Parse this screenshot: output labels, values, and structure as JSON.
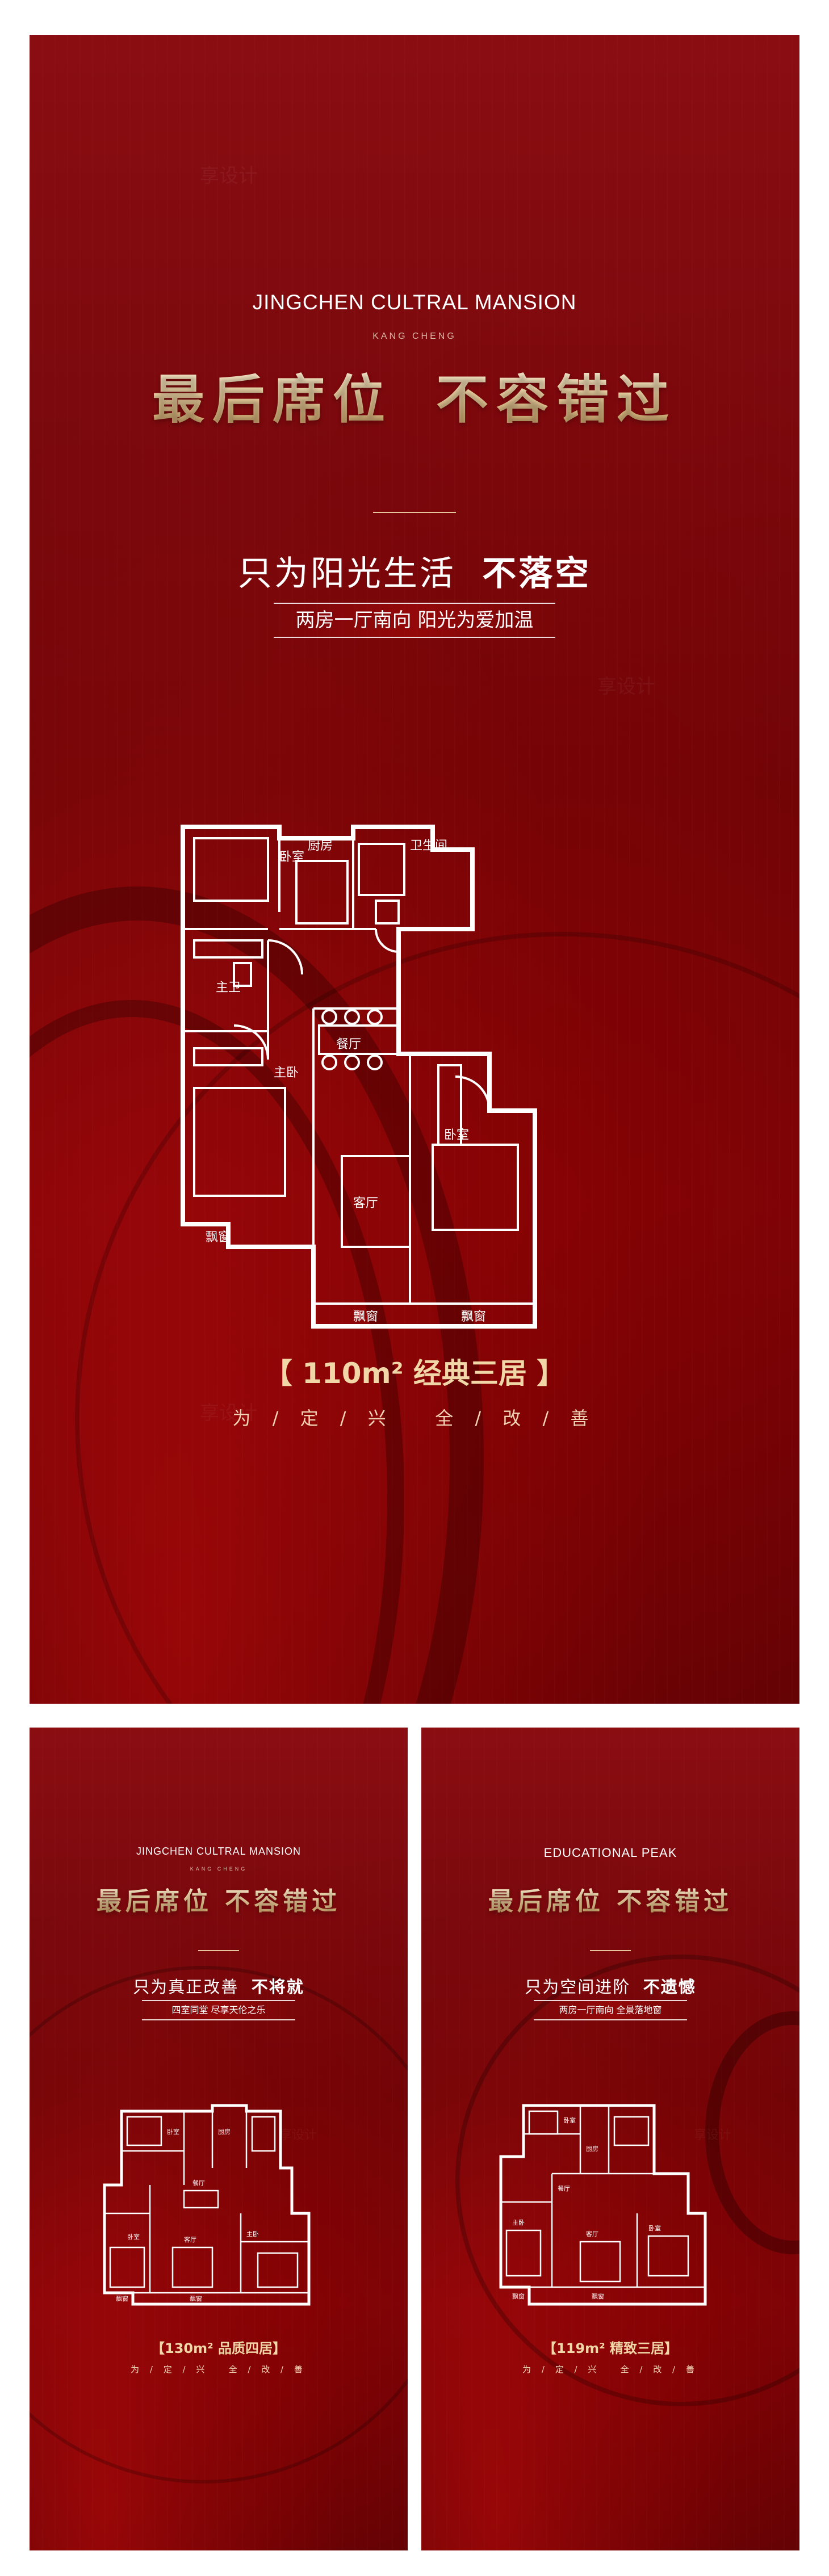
{
  "watermark": "享设计",
  "poster_main": {
    "en_title": "JINGCHEN CULTRAL MANSION",
    "en_sub": "KANG CHENG",
    "title": "最后席位 不容错过",
    "slogan_a": "只为阳光生活",
    "slogan_b": "不落空",
    "ribbon": "两房一厅南向 阳光为爱加温",
    "area": "【 110m² 经典三居 】",
    "motto": "为 / 定 / 兴   全 / 改 / 善",
    "rooms": {
      "bedroom": "卧室",
      "kitchen": "厨房",
      "bath": "卫生间",
      "master_bath": "主卫",
      "dining": "餐厅",
      "master_bed": "主卧",
      "living": "客厅",
      "bay_window": "飘窗"
    }
  },
  "poster_left": {
    "en_title": "JINGCHEN CULTRAL MANSION",
    "en_sub": "KANG CHENG",
    "title": "最后席位 不容错过",
    "slogan_a": "只为真正改善",
    "slogan_b": "不将就",
    "ribbon": "四室同堂 尽享天伦之乐",
    "area": "【130m² 品质四居】",
    "motto": "为 / 定 / 兴   全 / 改 / 善"
  },
  "poster_right": {
    "en_title": "EDUCATIONAL PEAK",
    "title": "最后席位 不容错过",
    "slogan_a": "只为空间进阶",
    "slogan_b": "不遗憾",
    "ribbon": "两房一厅南向 全景落地窗",
    "area": "【119m² 精致三居】",
    "motto": "为 / 定 / 兴   全 / 改 / 善"
  },
  "colors": {
    "background": "#7a0408",
    "gold": "#f1d7a8",
    "plan_line": "#ffffff"
  }
}
